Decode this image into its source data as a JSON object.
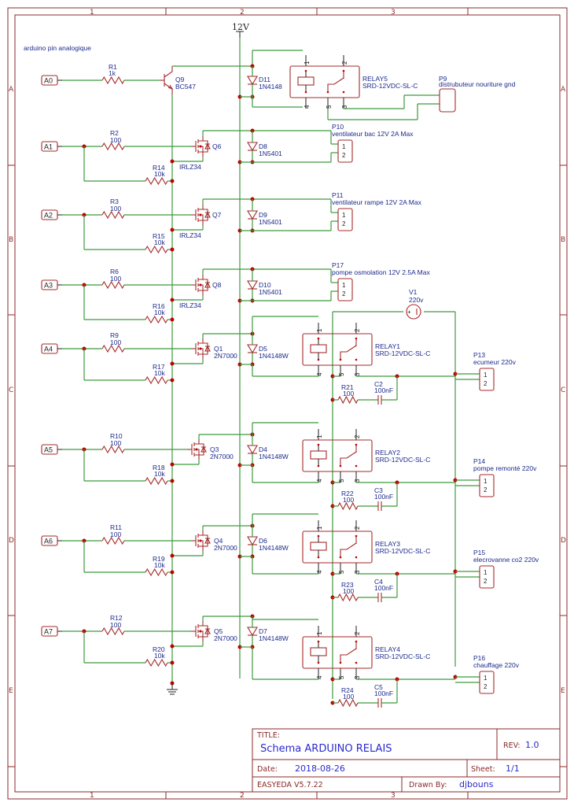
{
  "sheet": {
    "columns": [
      "1",
      "2",
      "3"
    ],
    "rows": [
      "A",
      "B",
      "C",
      "D",
      "E"
    ],
    "note": "arduino pin analogique",
    "power_label": "12V"
  },
  "inputs": [
    "A0",
    "A1",
    "A2",
    "A3",
    "A4",
    "A5",
    "A6",
    "A7"
  ],
  "stages": [
    {
      "input": "A0",
      "series_r": {
        "ref": "R1",
        "value": "1k"
      },
      "transistor": {
        "ref": "Q9",
        "value": "BC547",
        "type": "npn"
      },
      "diode": {
        "ref": "D11",
        "value": "1N4148"
      },
      "relay": {
        "ref": "RELAY5",
        "value": "SRD-12VDC-SL-C"
      },
      "connector": {
        "ref": "P9",
        "value": "distrubuteur nouriture gnd"
      }
    },
    {
      "input": "A1",
      "series_r": {
        "ref": "R2",
        "value": "100"
      },
      "pulldown_r": {
        "ref": "R14",
        "value": "10k"
      },
      "transistor": {
        "ref": "Q6",
        "value": "IRLZ34",
        "type": "nmos"
      },
      "diode": {
        "ref": "D8",
        "value": "1N5401"
      },
      "connector": {
        "ref": "P10",
        "value": "ventilateur bac 12V 2A Max"
      }
    },
    {
      "input": "A2",
      "series_r": {
        "ref": "R3",
        "value": "100"
      },
      "pulldown_r": {
        "ref": "R15",
        "value": "10k"
      },
      "transistor": {
        "ref": "Q7",
        "value": "IRLZ34",
        "type": "nmos"
      },
      "diode": {
        "ref": "D9",
        "value": "1N5401"
      },
      "connector": {
        "ref": "P11",
        "value": "ventilateur rampe 12V 2A Max"
      }
    },
    {
      "input": "A3",
      "series_r": {
        "ref": "R6",
        "value": "100"
      },
      "pulldown_r": {
        "ref": "R16",
        "value": "10k"
      },
      "transistor": {
        "ref": "Q8",
        "value": "IRLZ34",
        "type": "nmos"
      },
      "diode": {
        "ref": "D10",
        "value": "1N5401"
      },
      "connector": {
        "ref": "P17",
        "value": "pompe osmolation 12V 2.5A Max"
      }
    },
    {
      "input": "A4",
      "series_r": {
        "ref": "R9",
        "value": "100"
      },
      "pulldown_r": {
        "ref": "R17",
        "value": "10k"
      },
      "transistor": {
        "ref": "Q1",
        "value": "2N7000",
        "type": "nmos"
      },
      "diode": {
        "ref": "D5",
        "value": "1N4148W"
      },
      "relay": {
        "ref": "RELAY1",
        "value": "SRD-12VDC-SL-C"
      },
      "snubber_r": {
        "ref": "R21",
        "value": "100"
      },
      "snubber_c": {
        "ref": "C2",
        "value": "100nF"
      },
      "connector": {
        "ref": "P13",
        "value": "ecumeur 220v"
      }
    },
    {
      "input": "A5",
      "series_r": {
        "ref": "R10",
        "value": "100"
      },
      "pulldown_r": {
        "ref": "R18",
        "value": "10k"
      },
      "transistor": {
        "ref": "Q3",
        "value": "2N7000",
        "type": "nmos"
      },
      "diode": {
        "ref": "D4",
        "value": "1N4148W"
      },
      "relay": {
        "ref": "RELAY2",
        "value": "SRD-12VDC-SL-C"
      },
      "snubber_r": {
        "ref": "R22",
        "value": "100"
      },
      "snubber_c": {
        "ref": "C3",
        "value": "100nF"
      },
      "connector": {
        "ref": "P14",
        "value": "pompe remonté 220v"
      }
    },
    {
      "input": "A6",
      "series_r": {
        "ref": "R11",
        "value": "100"
      },
      "pulldown_r": {
        "ref": "R19",
        "value": "10k"
      },
      "transistor": {
        "ref": "Q4",
        "value": "2N7000",
        "type": "nmos"
      },
      "diode": {
        "ref": "D6",
        "value": "1N4148W"
      },
      "relay": {
        "ref": "RELAY3",
        "value": "SRD-12VDC-SL-C"
      },
      "snubber_r": {
        "ref": "R23",
        "value": "100"
      },
      "snubber_c": {
        "ref": "C4",
        "value": "100nF"
      },
      "connector": {
        "ref": "P15",
        "value": "elecrovanne co2 220v"
      }
    },
    {
      "input": "A7",
      "series_r": {
        "ref": "R12",
        "value": "100"
      },
      "pulldown_r": {
        "ref": "R20",
        "value": "10k"
      },
      "transistor": {
        "ref": "Q5",
        "value": "2N7000",
        "type": "nmos"
      },
      "diode": {
        "ref": "D7",
        "value": "1N4148W"
      },
      "relay": {
        "ref": "RELAY4",
        "value": "SRD-12VDC-SL-C"
      },
      "snubber_r": {
        "ref": "R24",
        "value": "100"
      },
      "snubber_c": {
        "ref": "C5",
        "value": "100nF"
      },
      "connector": {
        "ref": "P16",
        "value": "chauffage 220v"
      }
    }
  ],
  "source": {
    "ref": "V1",
    "value": "220v"
  },
  "relay_pins": [
    "1",
    "2",
    "4",
    "5",
    "3"
  ],
  "connector_pins": [
    "1",
    "2"
  ],
  "title_block": {
    "title_key": "TITLE:",
    "title": "Schema ARDUINO RELAIS",
    "rev_key": "REV:",
    "rev": "1.0",
    "date_key": "Date:",
    "date": "2018-08-26",
    "sheet_key": "Sheet:",
    "sheet": "1/1",
    "tool": "EASYEDA V5.7.22",
    "drawn_key": "Drawn By:",
    "drawn": "djbouns"
  },
  "colors": {
    "frame": "#8b2a2a",
    "wire": "#3c9a3c",
    "symbol": "#a52a2a",
    "junction": "#c00000",
    "label": "#1c2a8c",
    "title_value": "#2a2ad0"
  }
}
